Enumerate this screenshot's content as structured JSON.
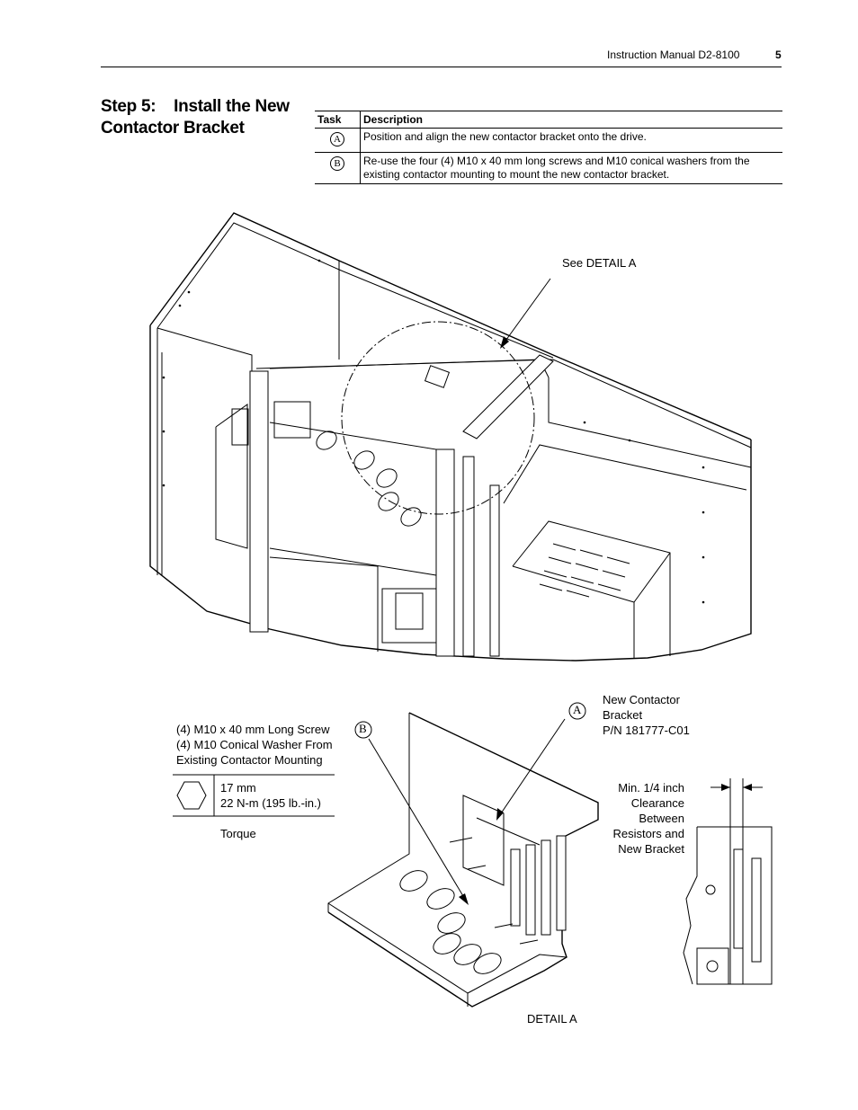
{
  "header": {
    "manual": "Instruction Manual D2-8100",
    "page_number": "5"
  },
  "step": {
    "title_line1": "Step 5:    Install the New",
    "title_line2": "Contactor Bracket"
  },
  "task_table": {
    "col_task": "Task",
    "col_description": "Description",
    "rows": [
      {
        "task": "A",
        "description": "Position and align the new contactor bracket onto the drive."
      },
      {
        "task": "B",
        "description": "Re-use the four (4) M10 x 40 mm long screws and M10 conical washers from the existing contactor mounting to mount the new contactor bracket."
      }
    ]
  },
  "figure": {
    "see_detail": "See DETAIL A",
    "screw_line1": "(4) M10 x 40 mm Long Screw",
    "screw_line2": "(4) M10 Conical Washer From",
    "screw_line3": "Existing Contactor Mounting",
    "wrench_size": "17 mm",
    "torque_value": "22 N-m (195 lb.-in.)",
    "torque_label": "Torque",
    "callout_a": "A",
    "callout_b": "B",
    "bracket_line1": "New Contactor",
    "bracket_line2": "Bracket",
    "bracket_line3": "P/N 181777-C01",
    "clear_line1": "Min. 1/4 inch",
    "clear_line2": "Clearance",
    "clear_line3": "Between",
    "clear_line4": "Resistors and",
    "clear_line5": "New Bracket",
    "detail_label": "DETAIL A"
  }
}
